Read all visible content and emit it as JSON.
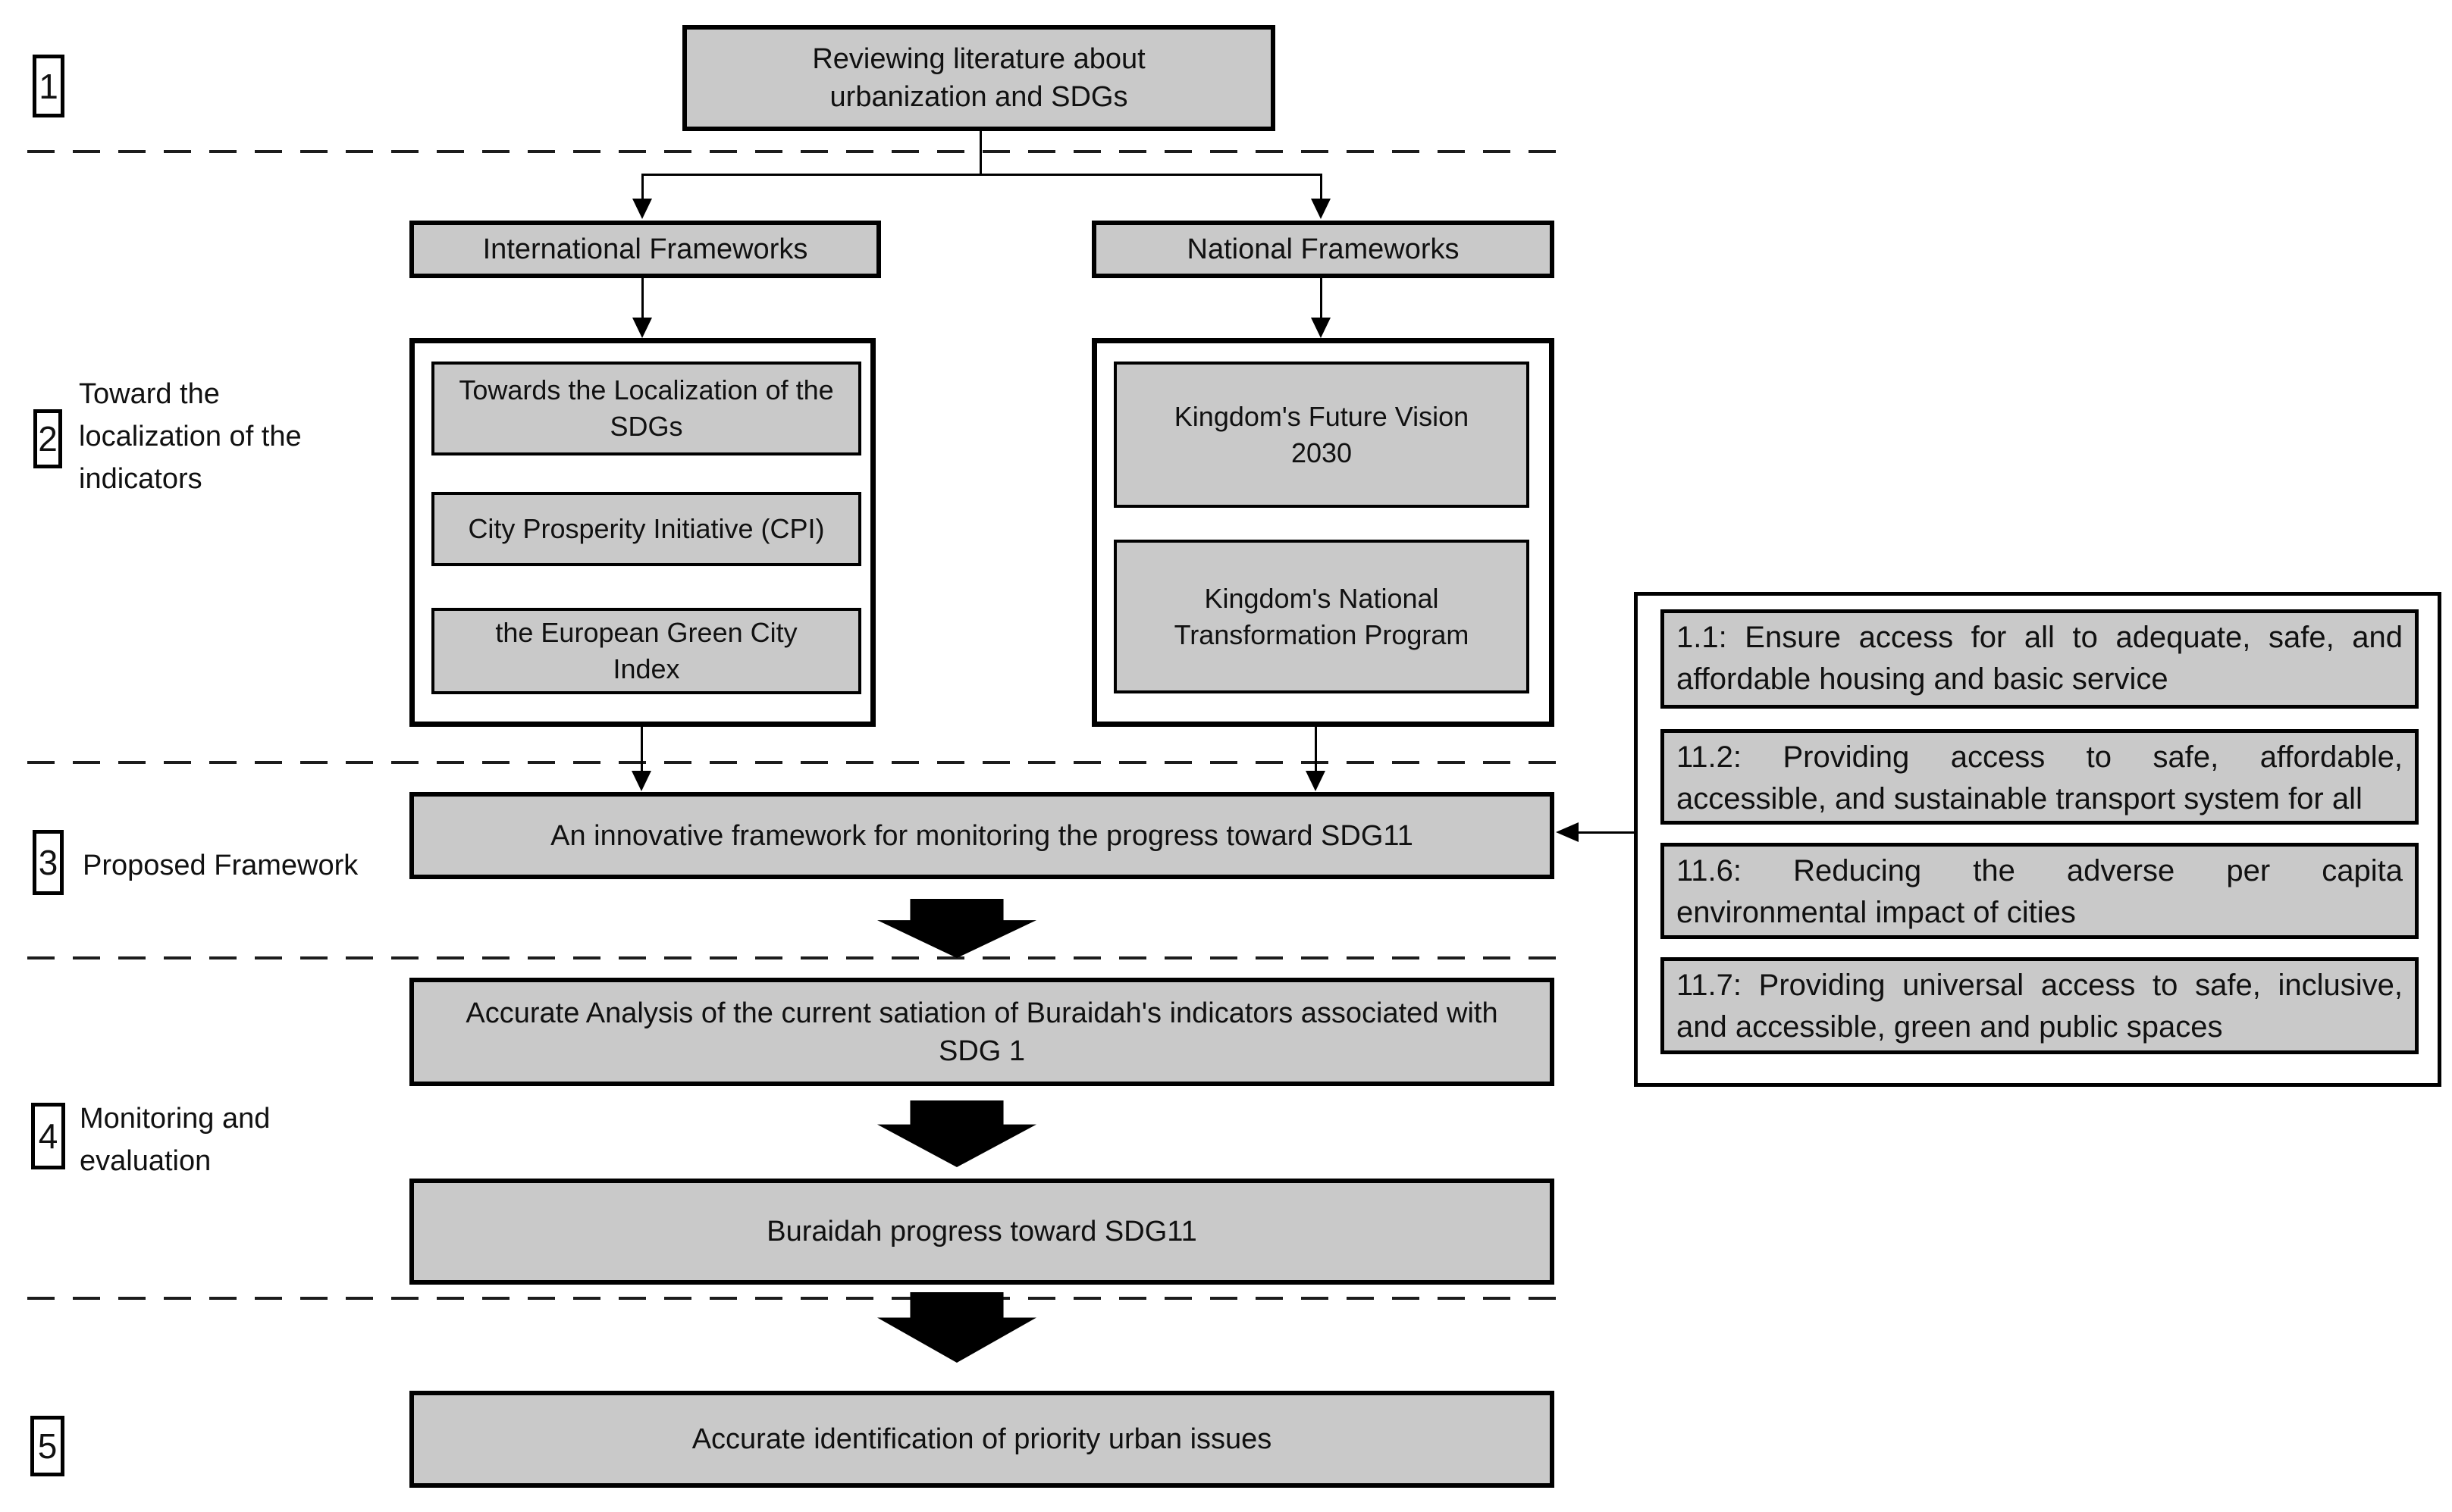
{
  "diagram": {
    "title_box": "Reviewing literature about urbanization and SDGs",
    "branches": {
      "international": {
        "header": "International Frameworks",
        "items": [
          "Towards the Localization of the SDGs",
          "City Prosperity Initiative (CPI)",
          "the European Green City Index"
        ]
      },
      "national": {
        "header": "National Frameworks",
        "items": [
          "Kingdom's Future Vision 2030",
          "Kingdom's National Transformation Program"
        ]
      }
    },
    "proposed": "An innovative framework for monitoring the progress toward SDG11",
    "analysis": "Accurate Analysis of the current satiation of Buraidah's indicators associated with SDG 1",
    "progress": "Buraidah  progress toward SDG11",
    "identification": "Accurate identification of priority urban issues",
    "steps": [
      {
        "num": "1",
        "label": ""
      },
      {
        "num": "2",
        "label": "Toward the localization of the indicators"
      },
      {
        "num": "3",
        "label": "Proposed Framework"
      },
      {
        "num": "4",
        "label": "Monitoring and evaluation"
      },
      {
        "num": "5",
        "label": ""
      }
    ],
    "sdg_targets": [
      {
        "line1": "1.1:  Ensure access for all to adequate, safe, and",
        "line2": "affordable housing and basic service"
      },
      {
        "line1": "11.2: Providing access to safe, affordable,",
        "line2": "accessible, and sustainable transport system for all"
      },
      {
        "line1": "11.6: Reducing the adverse per capita",
        "line2": "environmental impact of cities"
      },
      {
        "line1": "11.7: Providing universal access to safe, inclusive,",
        "line2": "and accessible, green and public spaces"
      }
    ],
    "colors": {
      "box_fill": "#c9c9c9",
      "border": "#000000",
      "background": "#ffffff"
    }
  }
}
